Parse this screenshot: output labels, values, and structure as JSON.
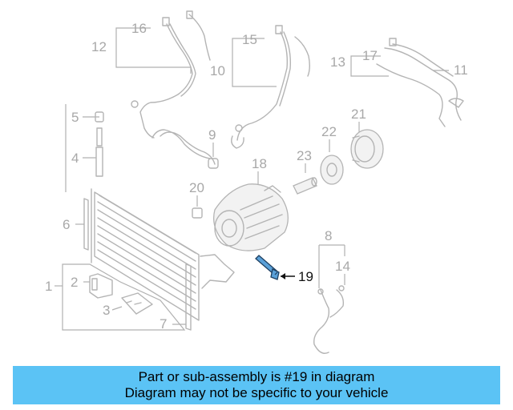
{
  "diagram": {
    "callouts": [
      "1",
      "2",
      "3",
      "4",
      "5",
      "6",
      "7",
      "8",
      "9",
      "10",
      "11",
      "12",
      "13",
      "14",
      "15",
      "16",
      "17",
      "18",
      "19",
      "20",
      "21",
      "22",
      "23"
    ],
    "highlighted_callout": "19"
  },
  "footer": {
    "line1": "Part or sub-assembly is #19 in diagram",
    "line2": "Diagram may not be specific to your vehicle"
  },
  "colors": {
    "banner": "#5bc3f5",
    "highlight_bolt": "#5aa0d8",
    "drawing_lines": "#b4b4b4"
  }
}
